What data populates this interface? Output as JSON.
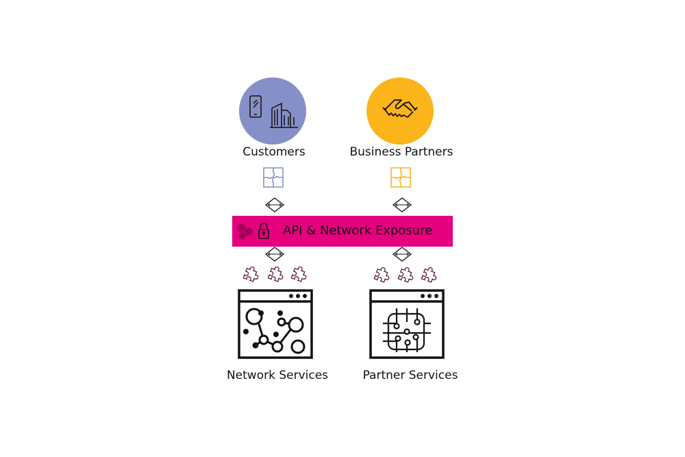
{
  "colors": {
    "customers": "#8690c8",
    "partners": "#fbb41a",
    "exposure": "#e5007d",
    "pieces": "#5a1a30"
  },
  "top": [
    {
      "label": "Customers",
      "icons": [
        "smartphone-icon",
        "buildings-icon"
      ]
    },
    {
      "label": "Business Partners",
      "icons": [
        "handshake-icon"
      ]
    }
  ],
  "exposure": {
    "label": "API & Network Exposure",
    "icons": [
      "gears-icon",
      "lock-icon"
    ]
  },
  "bottom": [
    {
      "label": "Network Services",
      "icon": "network-graph-icon"
    },
    {
      "label": "Partner Services",
      "icon": "circuit-chip-icon"
    }
  ]
}
